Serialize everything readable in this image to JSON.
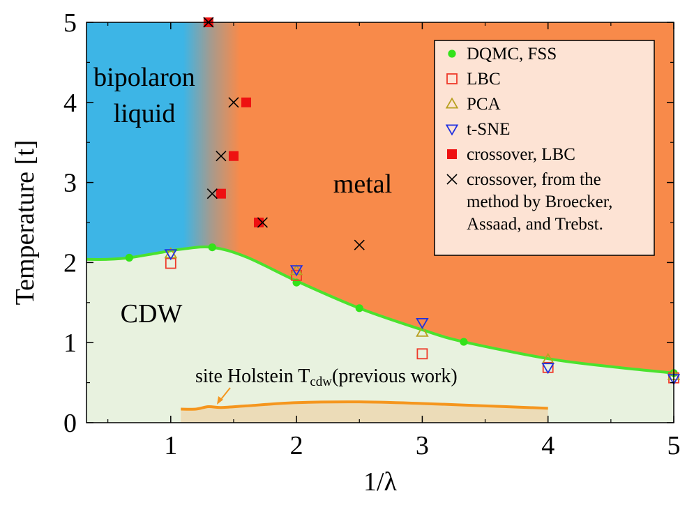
{
  "chart_data": {
    "type": "scatter",
    "xlabel": "1/λ",
    "ylabel": "Temperature [t]",
    "xlim": [
      0.33,
      5.0
    ],
    "ylim": [
      0,
      5
    ],
    "x_ticks": [
      "1",
      "2",
      "3",
      "4",
      "5"
    ],
    "y_ticks": [
      "0",
      "1",
      "2",
      "3",
      "4",
      "5"
    ],
    "colors": {
      "bipolaron": "#3db5e6",
      "metal": "#f88a4a",
      "cdw": "#e8f2df",
      "boundary": "#4be22e",
      "dqmc": "#33e21a",
      "lbc": "#ee3a2a",
      "pca": "#b8a020",
      "tsne": "#2030e0",
      "crossover_lbc": "#ee1111",
      "crossover_bat": "#000000",
      "holstein": "#f5961e",
      "holstein_fill": "#ecdcb8",
      "legend_bg": "#fde3d4"
    },
    "regions": {
      "bipolaron_line1": "bipolaron",
      "bipolaron_line2": "liquid",
      "metal": "metal",
      "cdw": "CDW"
    },
    "legend": {
      "position": "top-right",
      "entries": [
        {
          "key": "dqmc",
          "lines": [
            "DQMC, FSS"
          ]
        },
        {
          "key": "lbc",
          "lines": [
            "LBC"
          ]
        },
        {
          "key": "pca",
          "lines": [
            "PCA"
          ]
        },
        {
          "key": "tsne",
          "lines": [
            "t-SNE"
          ]
        },
        {
          "key": "crossover_lbc",
          "lines": [
            "crossover, LBC"
          ]
        },
        {
          "key": "crossover_bat",
          "lines": [
            "crossover, from the",
            "method by Broecker,",
            "Assaad, and Trebst."
          ]
        }
      ]
    },
    "annotation": {
      "text": "site Holstein T",
      "subscript": "cdw",
      "suffix": "(previous work)"
    },
    "boundary_curve": [
      [
        0.33,
        2.04
      ],
      [
        0.5,
        2.04
      ],
      [
        0.67,
        2.06
      ],
      [
        0.9,
        2.12
      ],
      [
        1.1,
        2.17
      ],
      [
        1.33,
        2.19
      ],
      [
        1.6,
        2.07
      ],
      [
        2.0,
        1.77
      ],
      [
        2.5,
        1.43
      ],
      [
        3.0,
        1.16
      ],
      [
        3.33,
        1.01
      ],
      [
        4.0,
        0.8
      ],
      [
        4.5,
        0.7
      ],
      [
        5.0,
        0.62
      ]
    ],
    "series": [
      {
        "name": "DQMC, FSS",
        "key": "dqmc",
        "marker": "circle",
        "points": [
          [
            0.67,
            2.06
          ],
          [
            1.33,
            2.19
          ],
          [
            2.0,
            1.75
          ],
          [
            2.5,
            1.43
          ],
          [
            3.33,
            1.01
          ],
          [
            5.0,
            0.62
          ]
        ]
      },
      {
        "name": "LBC",
        "key": "lbc",
        "marker": "square-open",
        "points": [
          [
            1.0,
            1.99
          ],
          [
            2.0,
            1.84
          ],
          [
            3.0,
            0.86
          ],
          [
            4.0,
            0.69
          ],
          [
            5.0,
            0.56
          ]
        ]
      },
      {
        "name": "PCA",
        "key": "pca",
        "marker": "triangle-up",
        "points": [
          [
            1.0,
            2.11
          ],
          [
            2.0,
            1.9
          ],
          [
            3.0,
            1.13
          ],
          [
            4.0,
            0.79
          ],
          [
            5.0,
            0.59
          ]
        ]
      },
      {
        "name": "t-SNE",
        "key": "tsne",
        "marker": "triangle-down",
        "points": [
          [
            1.0,
            2.11
          ],
          [
            2.0,
            1.91
          ],
          [
            3.0,
            1.25
          ],
          [
            4.0,
            0.69
          ],
          [
            5.0,
            0.55
          ]
        ]
      },
      {
        "name": "crossover, LBC",
        "key": "crossover_lbc",
        "marker": "square-filled",
        "points": [
          [
            1.3,
            5.0
          ],
          [
            1.6,
            4.0
          ],
          [
            1.5,
            3.33
          ],
          [
            1.4,
            2.86
          ],
          [
            1.7,
            2.5
          ]
        ]
      },
      {
        "name": "crossover, from the method by Broecker, Assaad, and Trebst.",
        "key": "crossover_bat",
        "marker": "cross",
        "points": [
          [
            1.3,
            5.0
          ],
          [
            1.5,
            4.0
          ],
          [
            1.4,
            3.33
          ],
          [
            1.33,
            2.86
          ],
          [
            1.73,
            2.5
          ],
          [
            2.5,
            2.22
          ]
        ]
      }
    ],
    "holstein_curve": [
      [
        1.08,
        0.17
      ],
      [
        1.2,
        0.17
      ],
      [
        1.3,
        0.2
      ],
      [
        1.4,
        0.19
      ],
      [
        1.6,
        0.21
      ],
      [
        2.0,
        0.25
      ],
      [
        2.5,
        0.26
      ],
      [
        3.0,
        0.24
      ],
      [
        3.5,
        0.21
      ],
      [
        4.0,
        0.18
      ]
    ]
  }
}
